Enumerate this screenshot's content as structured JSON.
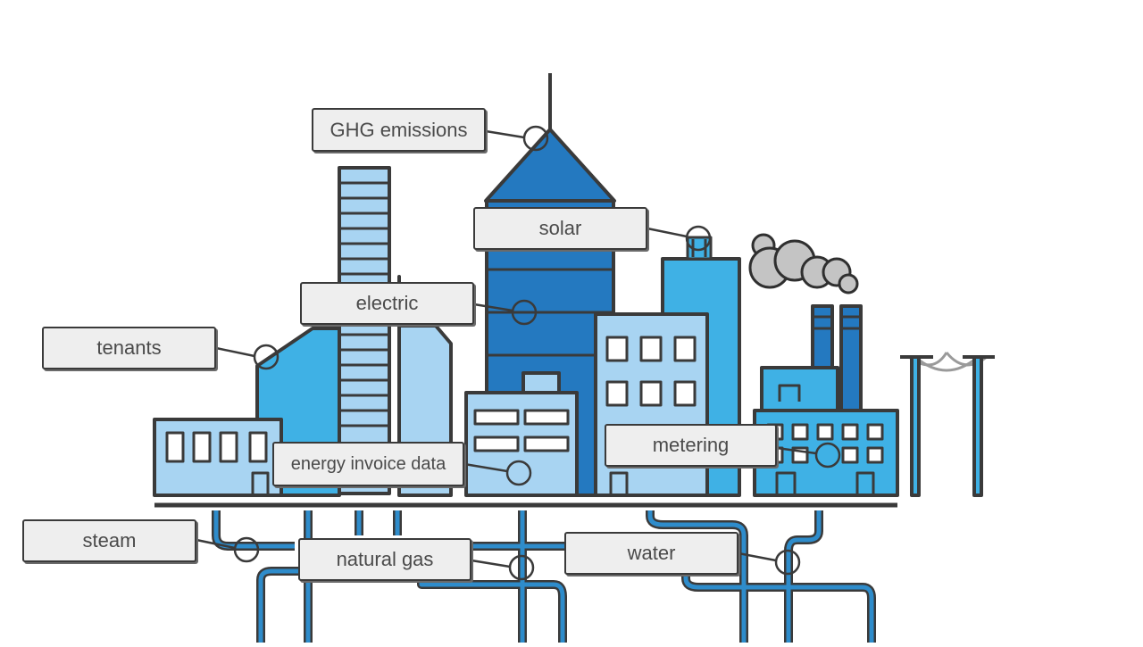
{
  "labels": {
    "ghg": "GHG emissions",
    "solar": "solar",
    "electric": "electric",
    "tenants": "tenants",
    "energy_invoice": "energy invoice data",
    "metering": "metering",
    "steam": "steam",
    "natural_gas": "natural gas",
    "water": "water"
  },
  "colors": {
    "outline": "#3a3a3a",
    "light_blue": "#a8d4f2",
    "mid_blue": "#3fb1e5",
    "dark_blue": "#2479c0",
    "pipe_blue": "#2e8ccb",
    "smoke": "#c4c4c4",
    "callout_bg": "#eeeeee",
    "text": "#4a4a4a"
  }
}
